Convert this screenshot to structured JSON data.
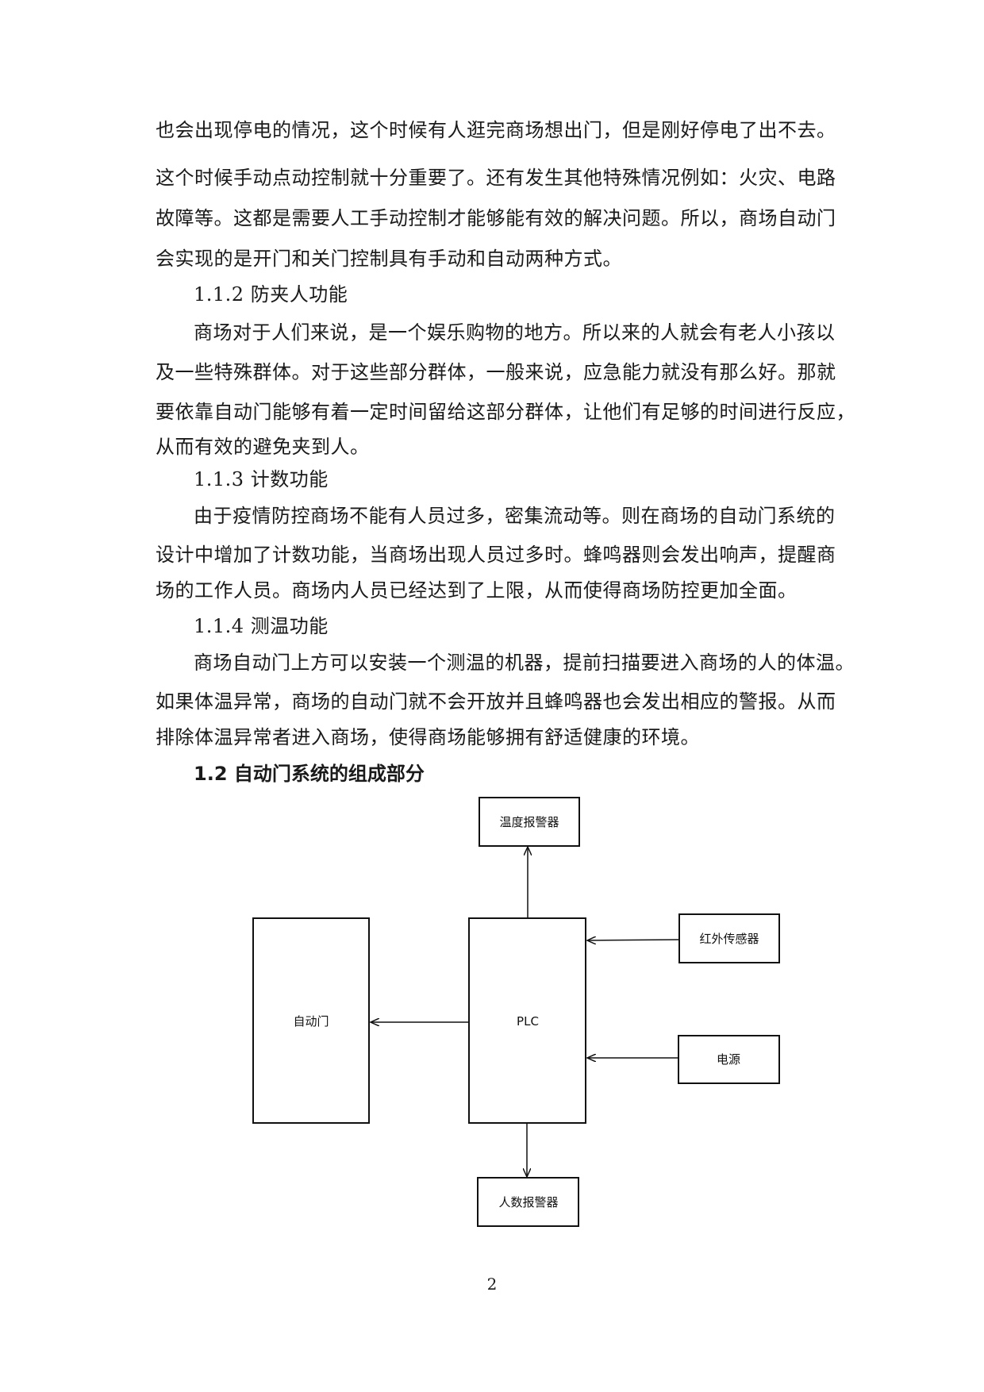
{
  "paragraph_1": [
    "也会出现停电的情况，这个时候有人逛完商场想出门，但是刚好停电了出不去。",
    "这个时候手动点动控制就十分重要了。还有发生其他特殊情况例如：火灾、电路",
    "故障等。这都是需要人工手动控制才能够能有效的解决问题。所以，商场自动门",
    "会实现的是开门和关门控制具有手动和自动两种方式。"
  ],
  "section_1_1_2": {
    "heading": "1.1.2 防夹人功能",
    "lines": [
      "商场对于人们来说，是一个娱乐购物的地方。所以来的人就会有老人小孩以",
      "及一些特殊群体。对于这些部分群体，一般来说，应急能力就没有那么好。那就",
      "要依靠自动门能够有着一定时间留给这部分群体，让他们有足够的时间进行反应，",
      "从而有效的避免夹到人。"
    ]
  },
  "section_1_1_3": {
    "heading": "1.1.3 计数功能",
    "lines": [
      "由于疫情防控商场不能有人员过多，密集流动等。则在商场的自动门系统的",
      "设计中增加了计数功能，当商场出现人员过多时。蜂鸣器则会发出响声，提醒商",
      "场的工作人员。商场内人员已经达到了上限，从而使得商场防控更加全面。"
    ]
  },
  "section_1_1_4": {
    "heading": "1.1.4 测温功能",
    "lines": [
      "商场自动门上方可以安装一个测温的机器，提前扫描要进入商场的人的体温。",
      "如果体温异常，商场的自动门就不会开放并且蜂鸣器也会发出相应的警报。从而",
      "排除体温异常者进入商场，使得商场能够拥有舒适健康的环境。"
    ]
  },
  "section_1_2": {
    "heading": "1.2 自动门系统的组成部分"
  },
  "diagram": {
    "temp_alarm": "温度报警器",
    "ir_sensor": "红外传感器",
    "auto_door": "自动门",
    "plc": "PLC",
    "power": "电源",
    "count_alarm": "人数报警器"
  },
  "page_number": "2"
}
